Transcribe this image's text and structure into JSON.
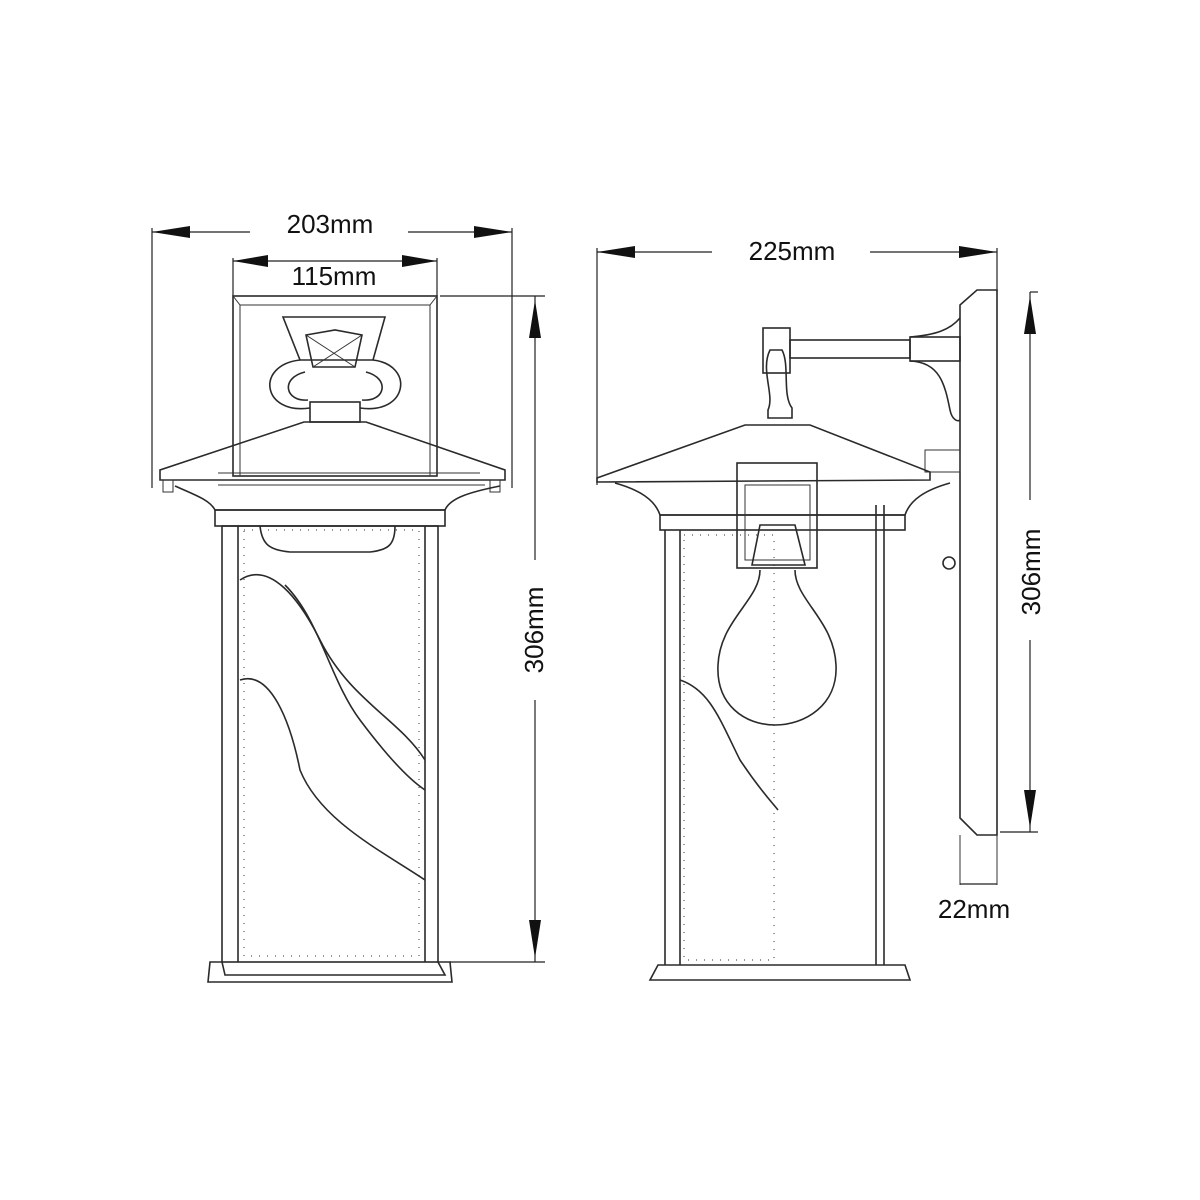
{
  "front_view": {
    "width_overall": "203mm",
    "width_backplate": "115mm",
    "height": "306mm"
  },
  "side_view": {
    "projection": "225mm",
    "height": "306mm",
    "backplate_depth": "22mm"
  },
  "colors": {
    "line": "#2a2a2a",
    "background": "#ffffff"
  }
}
